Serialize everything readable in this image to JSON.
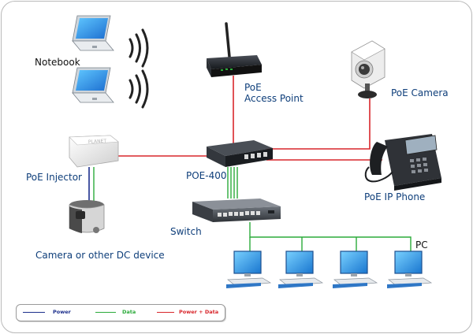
{
  "labels": {
    "notebook": "Notebook",
    "access_point": [
      "PoE",
      "Access Point"
    ],
    "poe_camera": "PoE Camera",
    "poe_injector": "PoE Injector",
    "poe_400": "POE-400",
    "poe_ip_phone": "PoE  IP Phone",
    "switch": "Switch",
    "camera_dc": "Camera or other DC device",
    "pc": "PC"
  },
  "legend": [
    {
      "label": "Power",
      "color": "#1c2f8c"
    },
    {
      "label": "Data",
      "color": "#2bab3a"
    },
    {
      "label": "Power + Data",
      "color": "#d8262b"
    }
  ],
  "colors": {
    "power": "#1c2f8c",
    "data": "#2bab3a",
    "power_data": "#d8262b",
    "label": "#0e3e7a"
  },
  "icons": [
    "notebook-icon",
    "wifi-waves-icon",
    "access-point-icon",
    "poe-camera-icon",
    "poe-injector-icon",
    "poe-400-switch-icon",
    "ip-phone-icon",
    "switch-icon",
    "dc-camera-icon",
    "pc-icon"
  ]
}
